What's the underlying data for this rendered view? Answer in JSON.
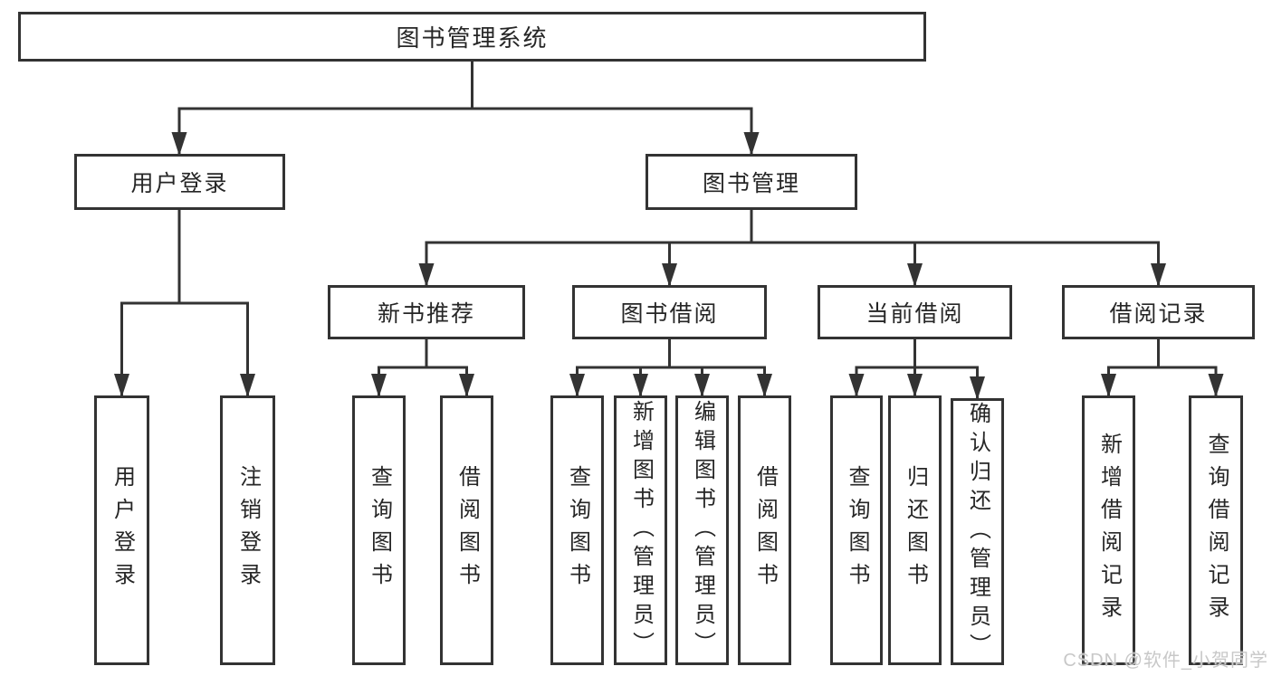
{
  "colors": {
    "line": "#333333",
    "box_border": "#333333",
    "text": "#262626",
    "background": "#ffffff",
    "watermark": "#c8c8c8"
  },
  "tree": {
    "root": {
      "label": "图书管理系统"
    },
    "branches": [
      {
        "label": "用户登录",
        "children": [
          {
            "label": "用户登录"
          },
          {
            "label": "注销登录"
          }
        ]
      },
      {
        "label": "图书管理",
        "children": [
          {
            "label": "新书推荐",
            "children": [
              {
                "label": "查询图书"
              },
              {
                "label": "借阅图书"
              }
            ]
          },
          {
            "label": "图书借阅",
            "children": [
              {
                "label": "查询图书"
              },
              {
                "label": "新增图书（管理员）"
              },
              {
                "label": "编辑图书（管理员）"
              },
              {
                "label": "借阅图书"
              }
            ]
          },
          {
            "label": "当前借阅",
            "children": [
              {
                "label": "查询图书"
              },
              {
                "label": "归还图书"
              },
              {
                "label": "确认归还（管理员）"
              }
            ]
          },
          {
            "label": "借阅记录",
            "children": [
              {
                "label": "新增借阅记录"
              },
              {
                "label": "查询借阅记录"
              }
            ]
          }
        ]
      }
    ]
  },
  "watermark": {
    "text": "CSDN @软件_小贺同学"
  }
}
